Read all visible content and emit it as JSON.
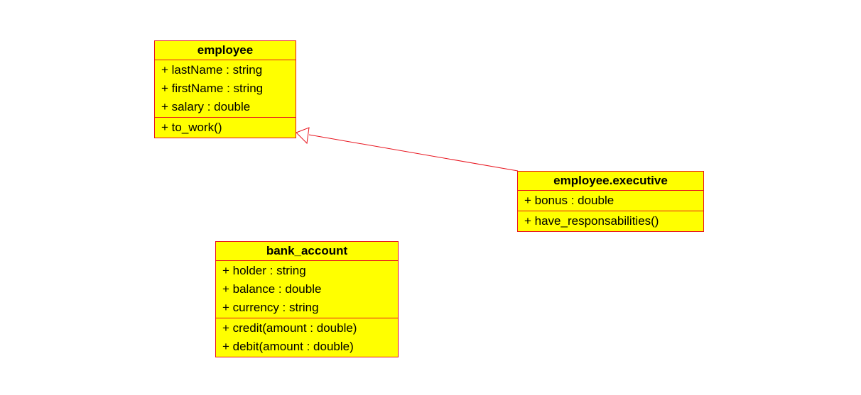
{
  "colors": {
    "class_fill": "#ffff00",
    "class_border": "#e8141e",
    "connector": "#e8141e"
  },
  "classes": [
    {
      "id": "employee",
      "name": "employee",
      "attributes": [
        "+ lastName : string",
        "+ firstName : string",
        "+ salary : double"
      ],
      "operations": [
        "+ to_work()"
      ]
    },
    {
      "id": "executive",
      "name": "employee.executive",
      "attributes": [
        "+ bonus : double"
      ],
      "operations": [
        "+ have_responsabilities()"
      ]
    },
    {
      "id": "bank",
      "name": "bank_account",
      "attributes": [
        "+ holder : string",
        "+ balance : double",
        "+ currency : string"
      ],
      "operations": [
        "+ credit(amount : double)",
        "+ debit(amount : double)"
      ]
    }
  ],
  "relations": [
    {
      "type": "generalization",
      "from": "executive",
      "to": "employee"
    }
  ]
}
